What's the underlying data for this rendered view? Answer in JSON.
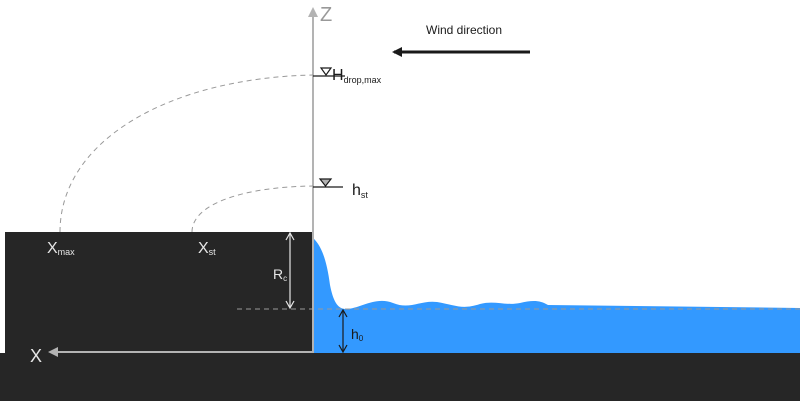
{
  "diagram": {
    "axis_z_label": "Z",
    "axis_x_label": "X",
    "wind_label": "Wind direction",
    "h_drop_max_main": "H",
    "h_drop_max_sub": "drop,max",
    "h_st_main": "h",
    "h_st_sub": "st",
    "x_max_main": "X",
    "x_max_sub": "max",
    "x_st_main": "X",
    "x_st_sub": "st",
    "r_c_main": "R",
    "r_c_sub": "c",
    "h_0_main": "h",
    "h_0_sub": "0"
  },
  "colors": {
    "structure": "#262626",
    "water": "#3399ff",
    "axis": "#b3b3b3",
    "dashed": "#999999",
    "text_dark": "#1a1a1a",
    "text_light": "#e6e6e6"
  }
}
